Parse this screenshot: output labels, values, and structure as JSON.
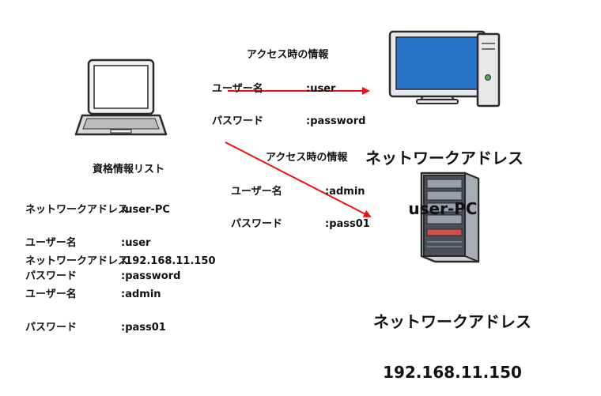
{
  "access_user_pc": {
    "title": "アクセス時の情報",
    "rows": [
      {
        "key": "ユーザー名",
        "value": ":user"
      },
      {
        "key": "パスワード",
        "value": ":password"
      }
    ]
  },
  "access_server": {
    "title": "アクセス時の情報",
    "rows": [
      {
        "key": "ユーザー名",
        "value": ":admin"
      },
      {
        "key": "パスワード",
        "value": ":pass01"
      }
    ]
  },
  "credential_list": {
    "title": "資格情報リスト",
    "group1": [
      {
        "key": "ネットワークアドレス",
        "value": ":user-PC"
      },
      {
        "key": "ユーザー名",
        "value": ":user"
      },
      {
        "key": "パスワード",
        "value": ":password"
      }
    ],
    "group2": [
      {
        "key": "ネットワークアドレス",
        "value": ":192.168.11.150"
      },
      {
        "key": "ユーザー名",
        "value": ":admin"
      },
      {
        "key": "パスワード",
        "value": ":pass01"
      }
    ]
  },
  "user_pc_label": {
    "line1": "ネットワークアドレス",
    "line2": "user-PC"
  },
  "server_label": {
    "line1": "ネットワークアドレス",
    "line2": "192.168.11.150"
  },
  "colors": {
    "arrow": "#ee1111",
    "screen_blue": "#2a74c8",
    "body_gray": "#e8e8ea",
    "outline": "#2a2a2a",
    "server_dark": "#4a4f5a"
  }
}
